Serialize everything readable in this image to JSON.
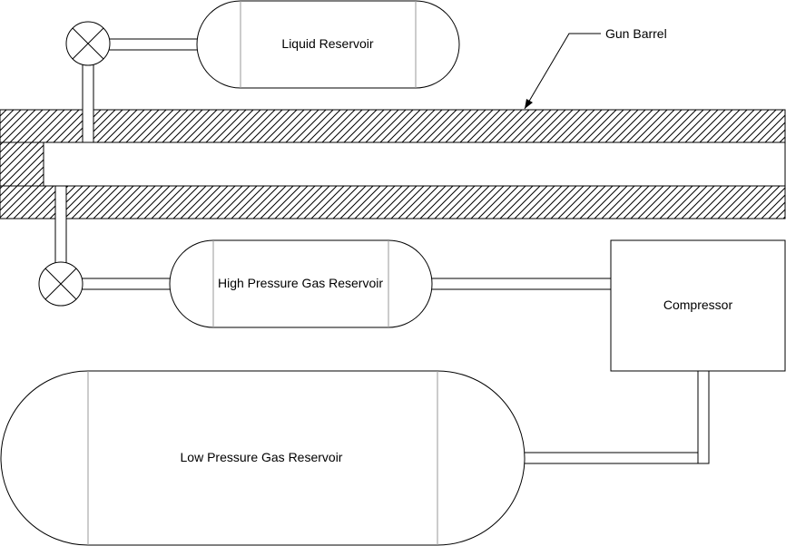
{
  "diagram": {
    "labels": {
      "liquid_reservoir": "Liquid Reservoir",
      "gun_barrel": "Gun Barrel",
      "high_pressure_gas_reservoir": "High Pressure Gas Reservoir",
      "compressor": "Compressor",
      "low_pressure_gas_reservoir": "Low Pressure Gas Reservoir"
    }
  }
}
